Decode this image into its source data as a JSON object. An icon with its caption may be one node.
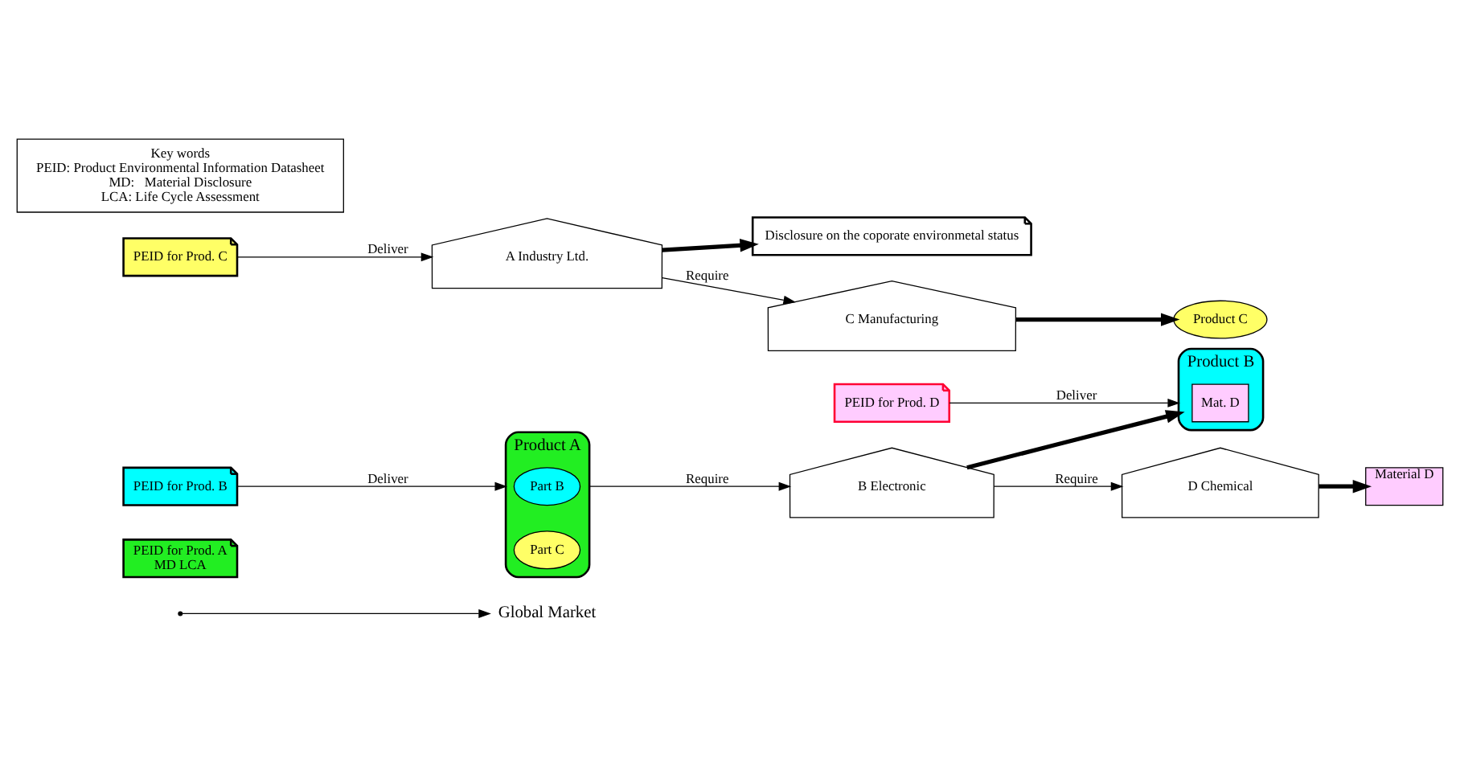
{
  "diagram": {
    "nodes": [
      {
        "text": [
          "Global Market"
        ]
      },
      {
        "text": [
          "PEID for Prod. A",
          "MD LCA"
        ]
      },
      {
        "text": [
          "Product A"
        ]
      },
      {
        "text": [
          "Part B"
        ],
        "in": 2
      },
      {
        "text": [
          "Part C"
        ],
        "in": 2
      },
      {
        "text": [
          "Disclosure on the coporate environmetal status"
        ]
      },
      {
        "text": [
          "A Industry Ltd."
        ]
      },
      {
        "text": [
          "PEID for Prod. B"
        ]
      },
      {
        "text": [
          "Product B"
        ]
      },
      {
        "text": [
          "Mat. D"
        ],
        "in": 8
      },
      {
        "text": [
          "B Electronic"
        ]
      },
      {
        "text": [
          "PEID for Prod. D"
        ]
      },
      {
        "text": [
          "Material D"
        ]
      },
      {
        "text": [
          "D Chemical"
        ]
      },
      {
        "text": [
          "PEID for Prod. C"
        ]
      },
      {
        "text": [
          "Product C"
        ]
      },
      {
        "text": [
          "C Manufacturing"
        ]
      },
      {
        "text": [
          "Key words",
          "PEID: Product Environmental Information Datasheet",
          "MD:   Material Disclosure",
          "LCA: Life Cycle Assessment"
        ]
      }
    ],
    "edges": [
      {
        "from": null,
        "to": 0,
        "arrow": "to"
      },
      {
        "from": 7,
        "to": 2,
        "arrow": "to",
        "label": "Deliver"
      },
      {
        "from": 2,
        "to": 10,
        "arrow": "to",
        "label": "Require"
      },
      {
        "from": 11,
        "to": 8,
        "arrow": "to",
        "label": "Deliver"
      },
      {
        "from": 10,
        "to": 13,
        "arrow": "to",
        "label": "Require"
      },
      {
        "from": 14,
        "to": 6,
        "arrow": "to",
        "label": "Deliver"
      },
      {
        "from": 6,
        "to": 16,
        "arrow": "to",
        "label": "Require"
      },
      {
        "from": 6,
        "to": 5,
        "arrow": "to",
        "style": "thick"
      },
      {
        "from": 10,
        "to": 8,
        "arrow": "to",
        "style": "thick"
      },
      {
        "from": 13,
        "to": 12,
        "arrow": "to",
        "style": "thick"
      },
      {
        "from": 16,
        "to": 15,
        "arrow": "to",
        "style": "thick"
      }
    ]
  }
}
